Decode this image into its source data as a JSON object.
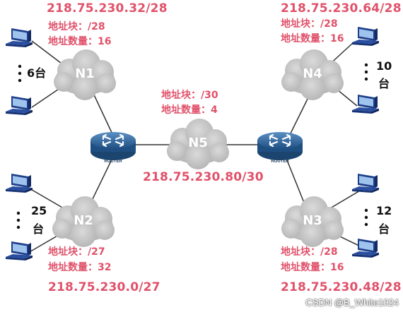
{
  "networks": {
    "n1": {
      "name": "N1",
      "address": "218.75.230.32/28",
      "block": "地址块：/28",
      "count": "地址数量：16",
      "hosts": "6台"
    },
    "n4": {
      "name": "N4",
      "address": "218.75.230.64/28",
      "block": "地址块：/28",
      "count": "地址数量：16",
      "hosts_num": "10",
      "hosts_unit": "台"
    },
    "n2": {
      "name": "N2",
      "address": "218.75.230.0/27",
      "block": "地址块：/27",
      "count": "地址数量：32",
      "hosts_num": "25",
      "hosts_unit": "台"
    },
    "n3": {
      "name": "N3",
      "address": "218.75.230.48/28",
      "block": "地址块：/28",
      "count": "地址数量：16",
      "hosts_num": "12",
      "hosts_unit": "台"
    },
    "n5": {
      "name": "N5",
      "address": "218.75.230.80/30",
      "block": "地址块：/30",
      "count": "地址数量：4"
    }
  },
  "router_label": "ROUTER",
  "watermark": "CSDN @B_White1024",
  "colors": {
    "annotation": "#e0516a",
    "cloud": "#c9c9c9",
    "router": "#2f6aa3",
    "line": "#333333"
  },
  "icons": [
    "computer-icon",
    "router-icon",
    "cloud-icon"
  ]
}
